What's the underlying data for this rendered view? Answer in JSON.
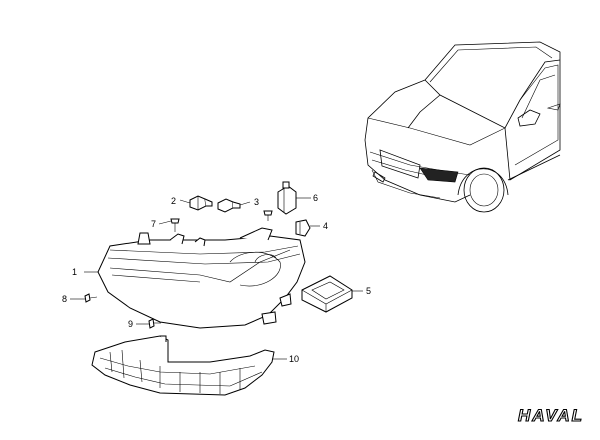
{
  "diagram": {
    "callouts": [
      {
        "id": "1",
        "label": "1"
      },
      {
        "id": "2",
        "label": "2"
      },
      {
        "id": "3",
        "label": "3"
      },
      {
        "id": "4",
        "label": "4"
      },
      {
        "id": "5",
        "label": "5"
      },
      {
        "id": "6",
        "label": "6"
      },
      {
        "id": "7",
        "label": "7"
      },
      {
        "id": "8",
        "label": "8"
      },
      {
        "id": "9",
        "label": "9"
      },
      {
        "id": "10",
        "label": "10"
      }
    ],
    "brand_logo": "HAVAL"
  }
}
